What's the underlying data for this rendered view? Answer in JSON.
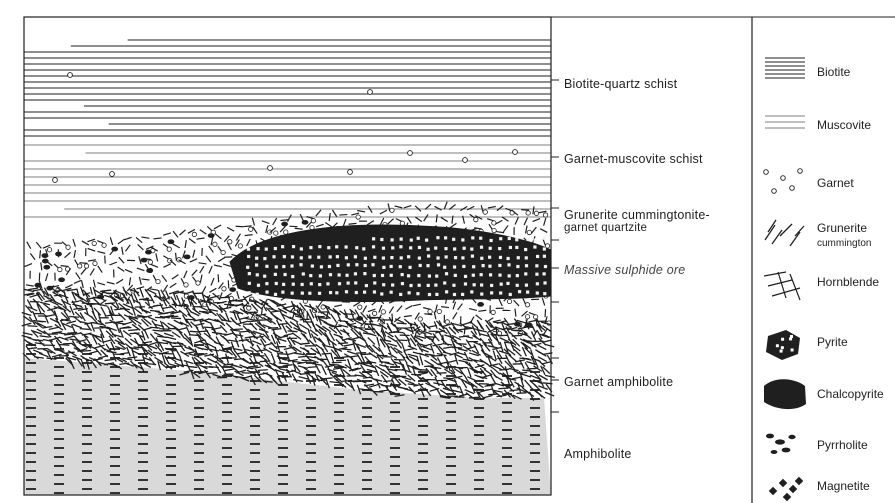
{
  "section_labels": {
    "biotite_quartz_schist": "Biotite-quartz  schist",
    "garnet_muscovite_schist": "Garnet-muscovite schist",
    "grunerite_line1": "Grunerite  cummingtonite-",
    "grunerite_line2": "garnet quartzite",
    "massive_sulphide_ore": "Massive  sulphide ore",
    "garnet_amphibolite": "Garnet amphibolite",
    "amphibolite": "Amphibolite"
  },
  "legend": {
    "biotite": "Biotite",
    "muscovite": "Muscovite",
    "garnet": "Garnet",
    "grunerite": "Grunerite",
    "cummingtonite": "cummington",
    "hornblende": "Hornblende",
    "pyrite": "Pyrite",
    "chalcopyrite": "Chalcopyrite",
    "pyrrholite": "Pyrrholite",
    "magnetite": "Magnetite"
  },
  "colors": {
    "ink": "#1f1f1f",
    "line": "#555555",
    "amphibolite_fill": "#d9d9d9"
  }
}
